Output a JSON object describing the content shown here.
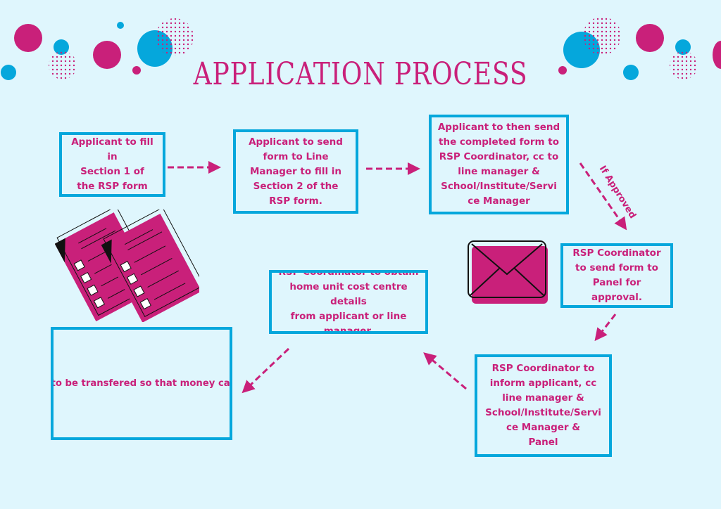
{
  "title": "APPLICATION PROCESS",
  "colors": {
    "background": "#dff6fd",
    "accent_pink": "#c9207a",
    "accent_blue": "#05a7dc",
    "outline": "#111111"
  },
  "steps": [
    {
      "id": 1,
      "text": "Applicant to fill in\nSection 1 of\nthe RSP form"
    },
    {
      "id": 2,
      "text": "Applicant to send\nform to Line\nManager to fill in\nSection 2 of the\nRSP form."
    },
    {
      "id": 3,
      "text": "Applicant to then send\nthe completed form to\nRSP Coordinator, cc to\nline manager &\nSchool/Institute/Servi\nce Manager"
    },
    {
      "id": 4,
      "text": "RSP Coordinator\nto send form to\nPanel for\napproval."
    },
    {
      "id": 5,
      "text": "RSP Coordinator to\ninform applicant, cc\nline manager &\nSchool/Institute/Servi\nce Manager &\nPanel"
    },
    {
      "id": 6,
      "text": "RSP Coordinator to obtain\nhome unit cost centre details\nfrom applicant or line\nmanager."
    },
    {
      "id": 7,
      "text": "RSP Coordinator to inform\nFinance of (i) home unit cost\ncentre details & (ii) amount to be\ntransfered so that money can be\n'moved' accordingly, with cc to\nSchool/Institute/Service Manager\n& EDI Director."
    }
  ],
  "connector_labels": {
    "step3_to_step4": "If Approved"
  },
  "icons": {
    "documents": "checklist-documents-icon",
    "envelope": "envelope-icon"
  }
}
